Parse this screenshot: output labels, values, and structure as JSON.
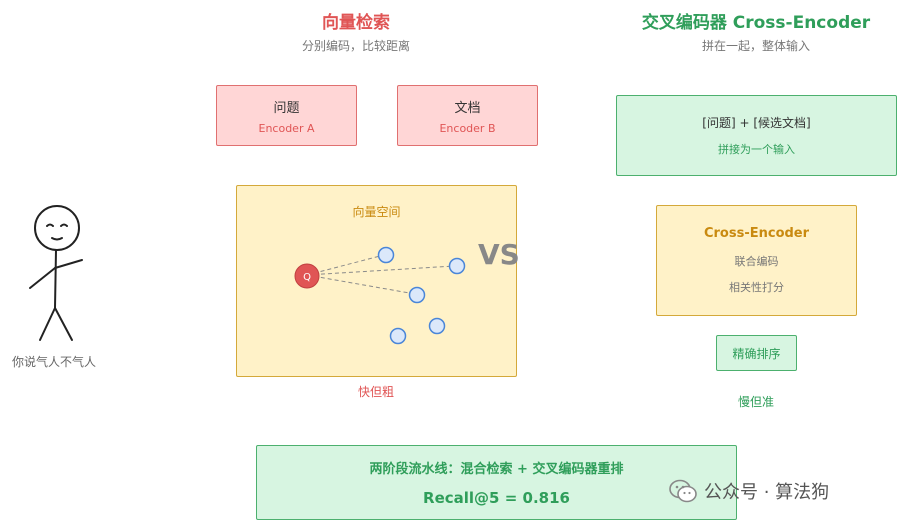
{
  "left": {
    "title": "向量检索",
    "subtitle": "分别编码，比较距离",
    "box_a": {
      "label": "问题",
      "sub": "Encoder A"
    },
    "box_b": {
      "label": "文档",
      "sub": "Encoder B"
    },
    "space_label": "向量空间",
    "query_label": "Q",
    "note": "快但粗"
  },
  "vs": "VS",
  "right": {
    "title": "交叉编码器 Cross-Encoder",
    "subtitle": "拼在一起，整体输入",
    "concat_box": {
      "line1": "[问题] + [候选文档]",
      "line2": "拼接为一个输入"
    },
    "encoder_box": {
      "title": "Cross-Encoder",
      "line1": "联合编码",
      "line2": "相关性打分"
    },
    "rank_box": "精确排序",
    "note": "慢但准"
  },
  "figure_caption": "你说气人不气人",
  "bottom": {
    "line1": "两阶段流水线：混合检索 + 交叉编码器重排",
    "line2": "Recall@5 = 0.816"
  },
  "watermark": "公众号 · 算法狗",
  "colors": {
    "red": "#e05555",
    "green": "#2f9e5a",
    "yellow": "#c98a10",
    "dot_blue": "#4a86d8"
  }
}
